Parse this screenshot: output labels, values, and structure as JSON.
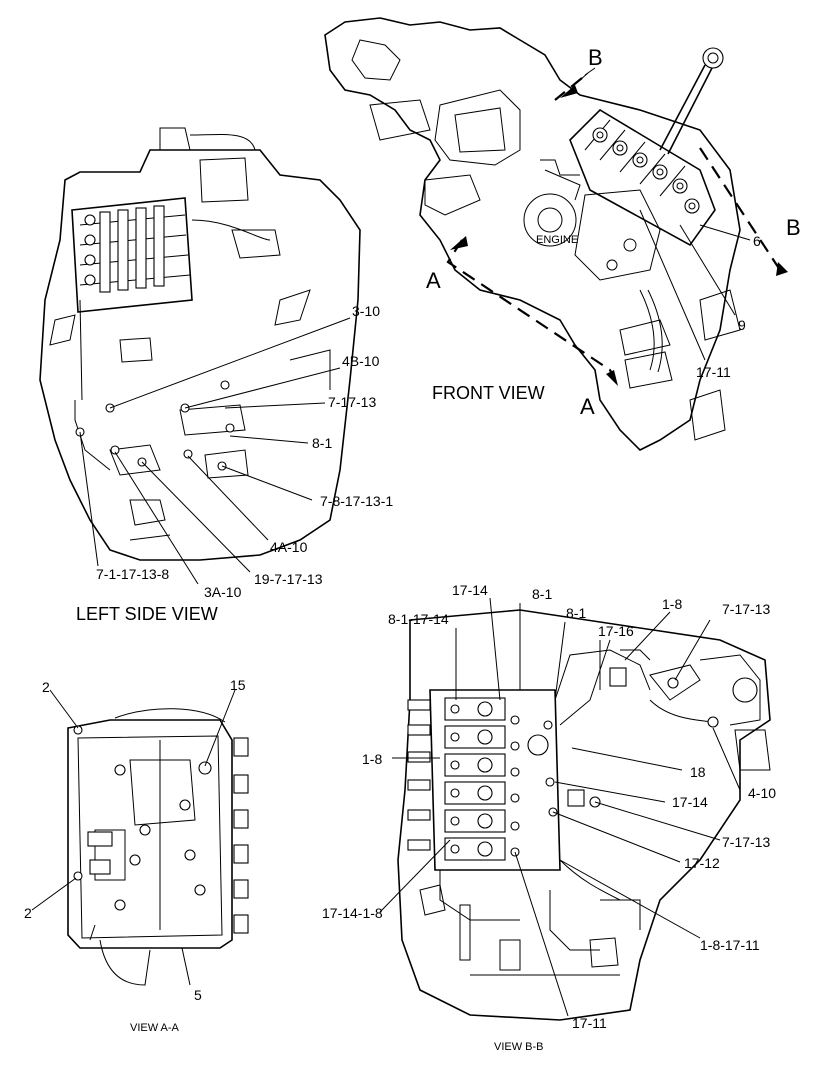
{
  "views": {
    "front": {
      "title": "FRONT VIEW",
      "engine_label": "ENGINE",
      "section_a": "A",
      "section_b": "B",
      "callouts": [
        "6",
        "9",
        "17-11"
      ]
    },
    "left": {
      "title": "LEFT SIDE VIEW",
      "callouts": [
        "3-10",
        "4B-10",
        "7-17-13",
        "8-1",
        "7-8-17-13-1",
        "4A-10",
        "19-7-17-13",
        "3A-10",
        "7-1-17-13-8"
      ]
    },
    "aa": {
      "title": "VIEW A-A",
      "callouts": [
        "2",
        "15",
        "2",
        "5"
      ]
    },
    "bb": {
      "title": "VIEW B-B",
      "callouts": [
        "17-14",
        "8-1",
        "8-1-17-14",
        "8-1",
        "1-8",
        "7-17-13",
        "17-16",
        "1-8",
        "18",
        "4-10",
        "17-14",
        "7-17-13",
        "17-12",
        "17-14-1-8",
        "1-8-17-11",
        "17-11"
      ]
    }
  }
}
